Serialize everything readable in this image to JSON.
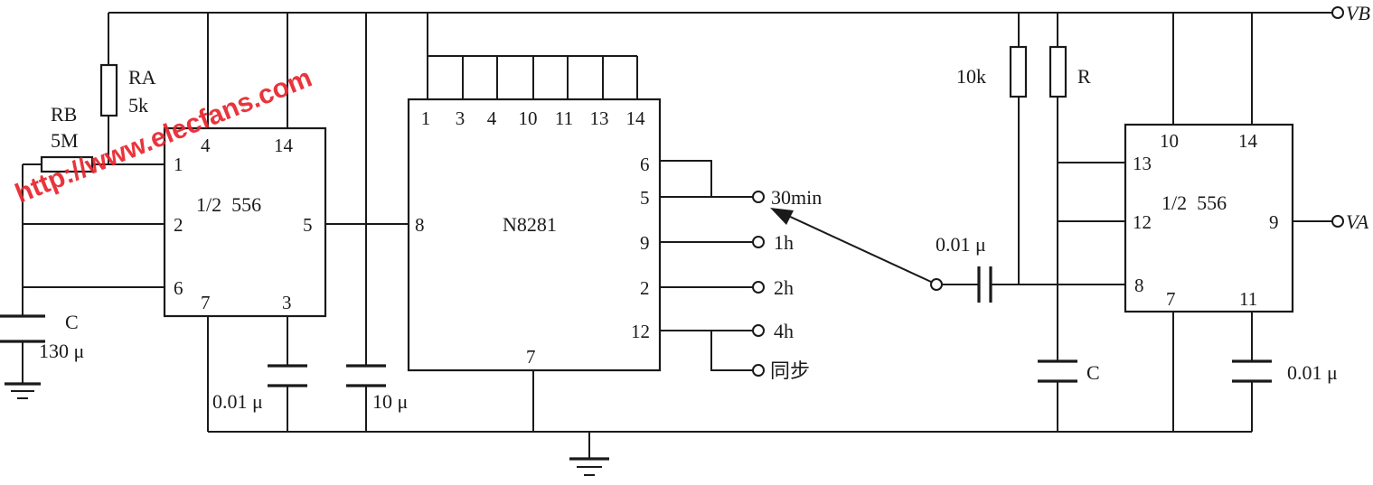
{
  "left_ic": {
    "pin_1": "1",
    "pin_2": "2",
    "pin_3": "3",
    "pin_4": "4",
    "pin_5": "5",
    "pin_6": "6",
    "pin_7": "7",
    "pin_14": "14",
    "name": "1/2  556"
  },
  "counter_ic": {
    "top_pins": [
      "1",
      "3",
      "4",
      "10",
      "11",
      "13",
      "14"
    ],
    "pin_8": "8",
    "pin_6": "6",
    "pin_5": "5",
    "pin_9": "9",
    "pin_2": "2",
    "pin_12": "12",
    "pin_7": "7",
    "name": "N8281"
  },
  "right_ic": {
    "pin_13": "13",
    "pin_12": "12",
    "pin_8": "8",
    "pin_7": "7",
    "pin_10": "10",
    "pin_14": "14",
    "pin_9": "9",
    "pin_11": "11",
    "name": "1/2  556"
  },
  "components": {
    "ra_label": "RA",
    "ra_value": "5k",
    "rb_label": "RB",
    "rb_value": "5M",
    "c_timing_label": "C",
    "c_timing_value": "130 μ",
    "c_ctrl_value": "0.01 μ",
    "c_supply_value": "10 μ",
    "r_10k_value": "10k",
    "r_label": "R",
    "c_right_label": "C",
    "c_coupling_value": "0.01 μ",
    "c_right_ctrl_value": "0.01 μ"
  },
  "outputs": {
    "t30": "30min",
    "t1": "1h",
    "t2": "2h",
    "t4": "4h",
    "sync": "同步"
  },
  "rails": {
    "vb": "VB",
    "va": "VA"
  },
  "watermark": "http://www.elecfans.com"
}
